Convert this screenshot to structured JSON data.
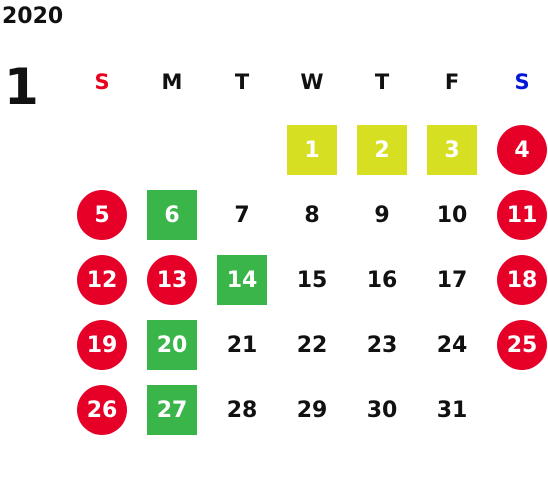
{
  "calendar": {
    "year": "2020",
    "month": "1",
    "weekdays": [
      {
        "label": "S",
        "color": "#e8001c"
      },
      {
        "label": "M",
        "color": "#111111"
      },
      {
        "label": "T",
        "color": "#111111"
      },
      {
        "label": "W",
        "color": "#111111"
      },
      {
        "label": "T",
        "color": "#111111"
      },
      {
        "label": "F",
        "color": "#111111"
      },
      {
        "label": "S",
        "color": "#0016d8"
      }
    ],
    "first_weekday_index": 3,
    "days": [
      {
        "label": "1",
        "style": "square",
        "color": "#d7df23"
      },
      {
        "label": "2",
        "style": "square",
        "color": "#d7df23"
      },
      {
        "label": "3",
        "style": "square",
        "color": "#d7df23"
      },
      {
        "label": "4",
        "style": "circle",
        "color": "#e60028"
      },
      {
        "label": "5",
        "style": "circle",
        "color": "#e60028"
      },
      {
        "label": "6",
        "style": "square",
        "color": "#39b54a"
      },
      {
        "label": "7",
        "style": "plain"
      },
      {
        "label": "8",
        "style": "plain"
      },
      {
        "label": "9",
        "style": "plain"
      },
      {
        "label": "10",
        "style": "plain"
      },
      {
        "label": "11",
        "style": "circle",
        "color": "#e60028"
      },
      {
        "label": "12",
        "style": "circle",
        "color": "#e60028"
      },
      {
        "label": "13",
        "style": "circle",
        "color": "#e60028"
      },
      {
        "label": "14",
        "style": "square",
        "color": "#39b54a"
      },
      {
        "label": "15",
        "style": "plain"
      },
      {
        "label": "16",
        "style": "plain"
      },
      {
        "label": "17",
        "style": "plain"
      },
      {
        "label": "18",
        "style": "circle",
        "color": "#e60028"
      },
      {
        "label": "19",
        "style": "circle",
        "color": "#e60028"
      },
      {
        "label": "20",
        "style": "square",
        "color": "#39b54a"
      },
      {
        "label": "21",
        "style": "plain"
      },
      {
        "label": "22",
        "style": "plain"
      },
      {
        "label": "23",
        "style": "plain"
      },
      {
        "label": "24",
        "style": "plain"
      },
      {
        "label": "25",
        "style": "circle",
        "color": "#e60028"
      },
      {
        "label": "26",
        "style": "circle",
        "color": "#e60028"
      },
      {
        "label": "27",
        "style": "square",
        "color": "#39b54a"
      },
      {
        "label": "28",
        "style": "plain"
      },
      {
        "label": "29",
        "style": "plain"
      },
      {
        "label": "30",
        "style": "plain"
      },
      {
        "label": "31",
        "style": "plain"
      }
    ]
  }
}
